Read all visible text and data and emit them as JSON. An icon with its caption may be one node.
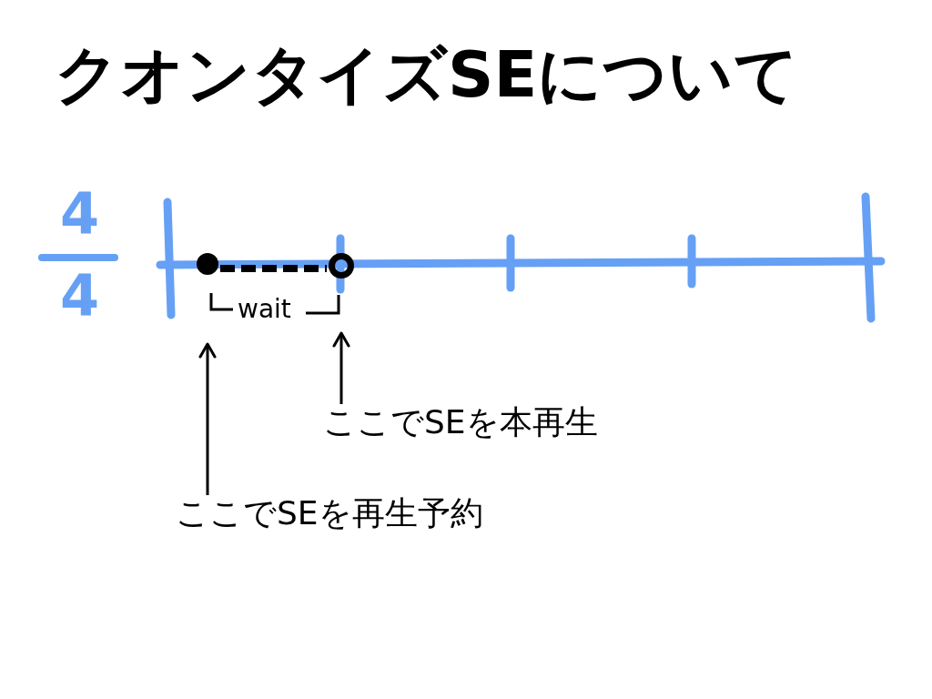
{
  "diagram": {
    "title": "クオンタイズSEについて",
    "nodes": [
      {
        "text": [],
        "shape": "circle"
      },
      {
        "text": [],
        "shape": "circle"
      },
      {
        "text": [
          "ここでSEを本再生"
        ]
      },
      {
        "text": [
          "ここでSEを再生予約"
        ]
      }
    ],
    "edges": [
      {
        "from": 0,
        "to": 1,
        "arrow": "none",
        "style": "dashed"
      },
      {
        "from": 2,
        "to": 1,
        "arrow": "to"
      },
      {
        "from": 3,
        "to": 0,
        "arrow": "to"
      }
    ],
    "labels": [
      "4",
      "4",
      "wait"
    ]
  }
}
